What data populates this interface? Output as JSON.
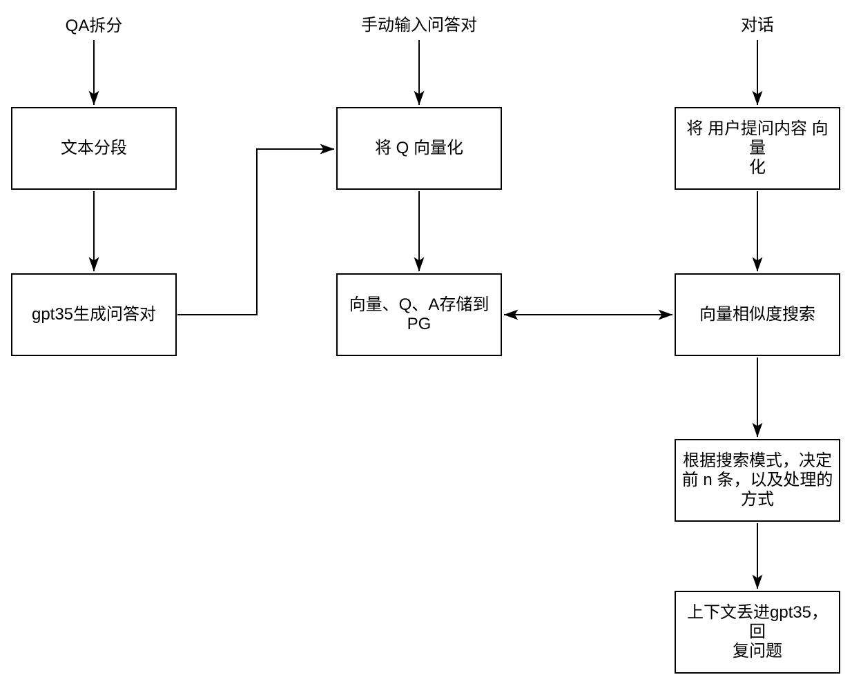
{
  "diagram": {
    "background_color": "#ffffff",
    "stroke_color": "#000000",
    "text_color": "#000000",
    "labels": {
      "qa_split": "QA拆分",
      "manual_qa": "手动输入问答对",
      "dialog": "对话"
    },
    "nodes": {
      "text_segment": "文本分段",
      "gpt35_generate_qa": "gpt35生成问答对",
      "vectorize_q": "将 Q 向量化",
      "store_to_pg": "向量、Q、A存储到\nPG",
      "vectorize_user_question": "将 用户提问内容 向量\n化",
      "vector_similarity_search": "向量相似度搜索",
      "search_mode_decision": "根据搜索模式，决定\n前 n 条，以及处理的\n方式",
      "gpt35_reply": "上下文丢进gpt35，回\n复问题"
    },
    "connectors": [
      {
        "from": "qa_split",
        "to": "text_segment",
        "style": "arrow-down"
      },
      {
        "from": "text_segment",
        "to": "gpt35_generate_qa",
        "style": "arrow-down"
      },
      {
        "from": "gpt35_generate_qa",
        "to": "vectorize_q",
        "style": "elbow-arrow-right"
      },
      {
        "from": "manual_qa",
        "to": "vectorize_q",
        "style": "arrow-down"
      },
      {
        "from": "vectorize_q",
        "to": "store_to_pg",
        "style": "arrow-down"
      },
      {
        "from": "store_to_pg",
        "to": "vector_similarity_search",
        "style": "double-arrow-horizontal"
      },
      {
        "from": "dialog",
        "to": "vectorize_user_question",
        "style": "arrow-down"
      },
      {
        "from": "vectorize_user_question",
        "to": "vector_similarity_search",
        "style": "arrow-down"
      },
      {
        "from": "vector_similarity_search",
        "to": "search_mode_decision",
        "style": "arrow-down"
      },
      {
        "from": "search_mode_decision",
        "to": "gpt35_reply",
        "style": "arrow-down"
      }
    ]
  }
}
